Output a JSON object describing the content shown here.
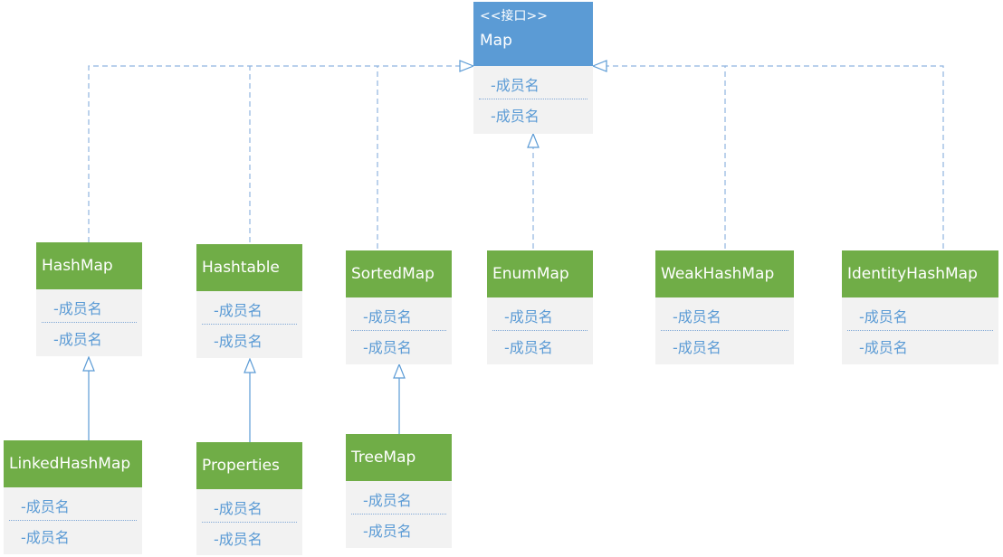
{
  "interface": {
    "stereotype": "<<接口>>",
    "name": "Map",
    "members": [
      "-成员名",
      "-成员名"
    ]
  },
  "classes": [
    {
      "name": "HashMap",
      "members": [
        "-成员名",
        "-成员名"
      ]
    },
    {
      "name": "Hashtable",
      "members": [
        "-成员名",
        "-成员名"
      ]
    },
    {
      "name": "SortedMap",
      "members": [
        "-成员名",
        "-成员名"
      ]
    },
    {
      "name": "EnumMap",
      "members": [
        "-成员名",
        "-成员名"
      ]
    },
    {
      "name": "WeakHashMap",
      "members": [
        "-成员名",
        "-成员名"
      ]
    },
    {
      "name": "IdentityHashMap",
      "members": [
        "-成员名",
        "-成员名"
      ]
    },
    {
      "name": "LinkedHashMap",
      "members": [
        "-成员名",
        "-成员名"
      ]
    },
    {
      "name": "Properties",
      "members": [
        "-成员名",
        "-成员名"
      ]
    },
    {
      "name": "TreeMap",
      "members": [
        "-成员名",
        "-成员名"
      ]
    }
  ],
  "relations": [
    {
      "from": "HashMap",
      "to": "Map",
      "kind": "realization"
    },
    {
      "from": "Hashtable",
      "to": "Map",
      "kind": "realization"
    },
    {
      "from": "SortedMap",
      "to": "Map",
      "kind": "realization"
    },
    {
      "from": "EnumMap",
      "to": "Map",
      "kind": "realization"
    },
    {
      "from": "WeakHashMap",
      "to": "Map",
      "kind": "realization"
    },
    {
      "from": "IdentityHashMap",
      "to": "Map",
      "kind": "realization"
    },
    {
      "from": "LinkedHashMap",
      "to": "HashMap",
      "kind": "generalization"
    },
    {
      "from": "Properties",
      "to": "Hashtable",
      "kind": "generalization"
    },
    {
      "from": "TreeMap",
      "to": "SortedMap",
      "kind": "generalization"
    }
  ],
  "colors": {
    "interface_header": "#5b9bd5",
    "class_header": "#70ad47",
    "body": "#f2f2f2",
    "member_text": "#5b9bd5",
    "connector": "#5b9bd5"
  }
}
